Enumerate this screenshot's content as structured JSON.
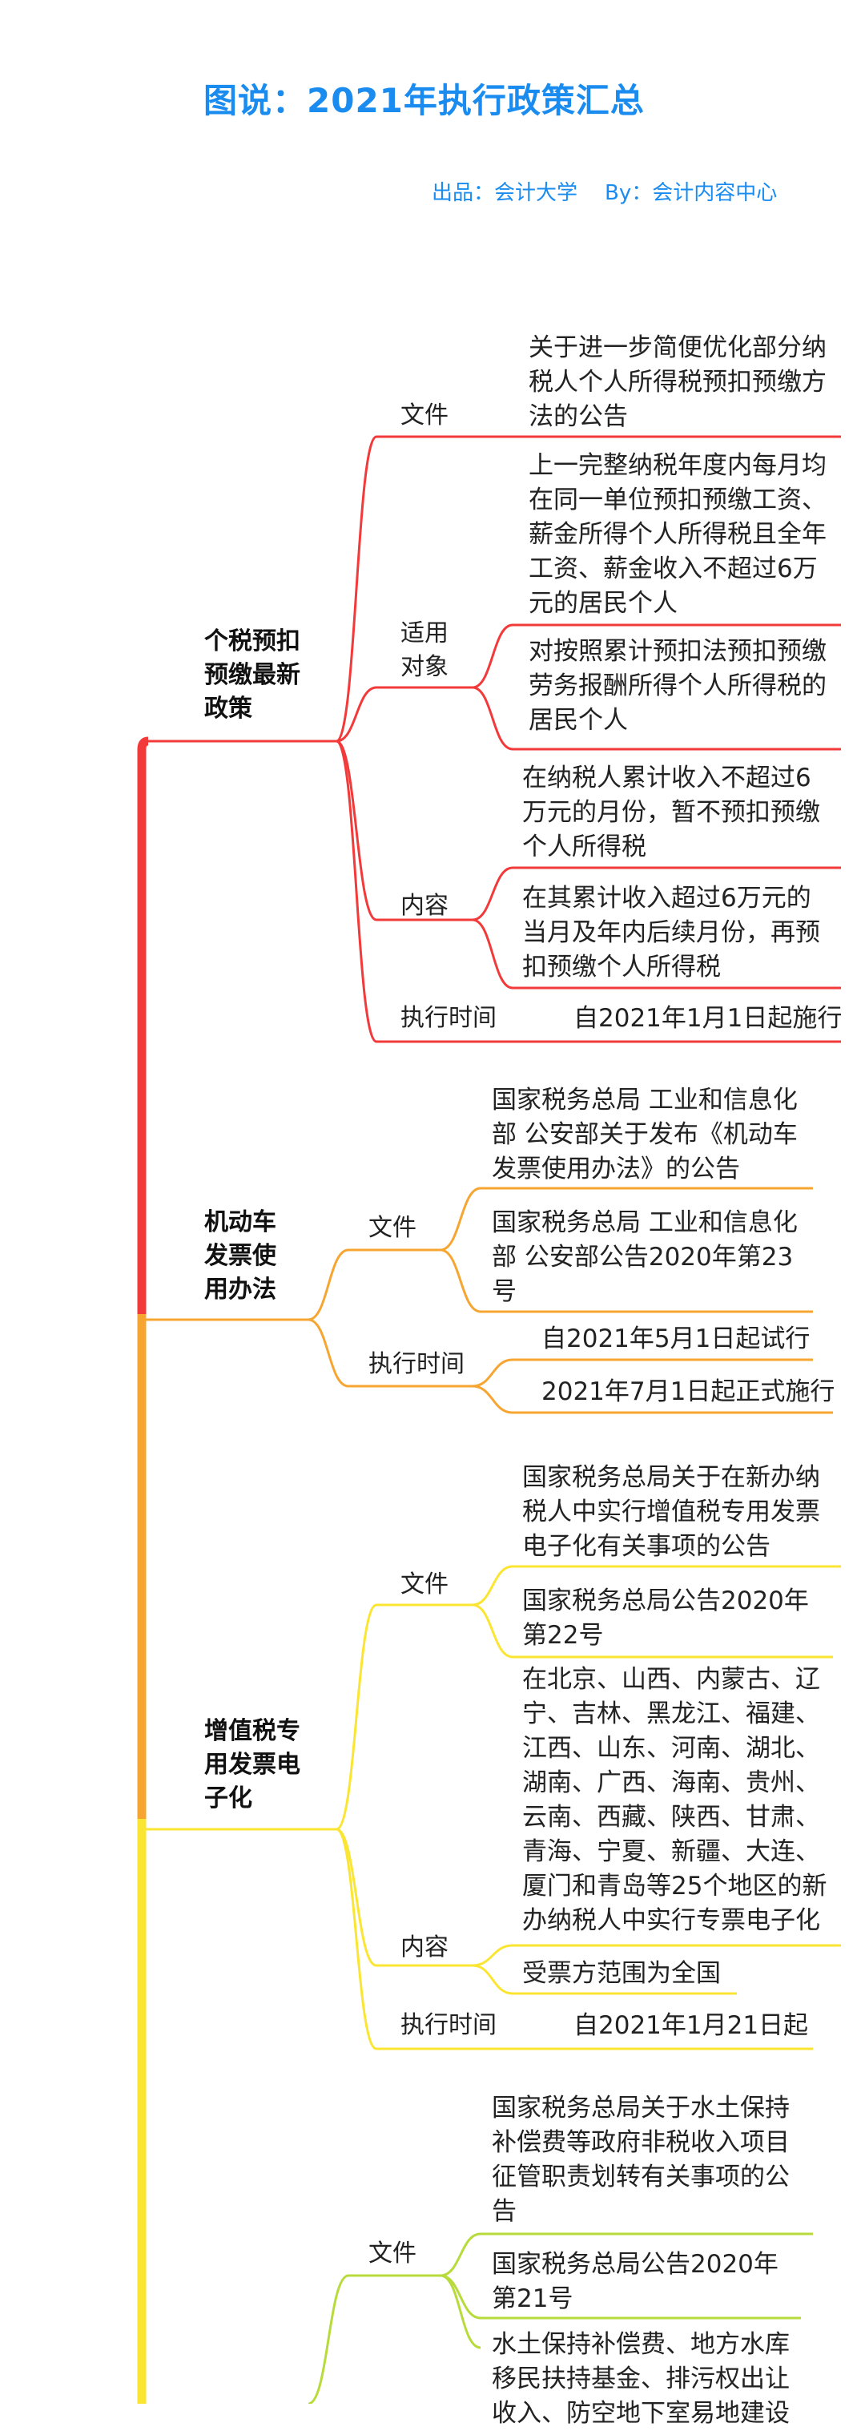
{
  "header": {
    "title": "图说：2021年执行政策汇总",
    "credit_producer": "出品：会计大学",
    "credit_by": "By：会计内容中心"
  },
  "colors": {
    "red": "#f23a3a",
    "orange": "#f7a531",
    "yellow": "#fbe533",
    "green": "#b8db3c",
    "title": "#1a8cf0"
  },
  "branches": [
    {
      "title": "个税预扣预缴最新政策",
      "groups": [
        {
          "label": "文件",
          "items": [
            "关于进一步简便优化部分纳税人个人所得税预扣预缴方法的公告"
          ]
        },
        {
          "label": "适用对象",
          "items": [
            "上一完整纳税年度内每月均在同一单位预扣预缴工资、薪金所得个人所得税且全年工资、薪金收入不超过6万元的居民个人",
            "对按照累计预扣法预扣预缴劳务报酬所得个人所得税的居民个人"
          ]
        },
        {
          "label": "内容",
          "items": [
            "在纳税人累计收入不超过6万元的月份，暂不预扣预缴个人所得税",
            "在其累计收入超过6万元的当月及年内后续月份，再预扣预缴个人所得税"
          ]
        },
        {
          "label": "执行时间",
          "items": [
            "自2021年1月1日起施行"
          ]
        }
      ]
    },
    {
      "title": "机动车发票使用办法",
      "groups": [
        {
          "label": "文件",
          "items": [
            "国家税务总局 工业和信息化部 公安部关于发布《机动车发票使用办法》的公告",
            "国家税务总局 工业和信息化部 公安部公告2020年第23号"
          ]
        },
        {
          "label": "执行时间",
          "items": [
            "自2021年5月1日起试行",
            "2021年7月1日起正式施行"
          ]
        }
      ]
    },
    {
      "title": "增值税专用发票电子化",
      "groups": [
        {
          "label": "文件",
          "items": [
            "国家税务总局关于在新办纳税人中实行增值税专用发票电子化有关事项的公告",
            "国家税务总局公告2020年第22号"
          ]
        },
        {
          "label": "内容",
          "items": [
            "在北京、山西、内蒙古、辽宁、吉林、黑龙江、福建、江西、山东、河南、湖北、湖南、广西、海南、贵州、云南、西藏、陕西、甘肃、青海、宁夏、新疆、大连、厦门和青岛等25个地区的新办纳税人中实行专票电子化",
            "受票方范围为全国"
          ]
        },
        {
          "label": "执行时间",
          "items": [
            "自2021年1月21日起"
          ]
        }
      ]
    },
    {
      "title": "",
      "groups": [
        {
          "label": "文件",
          "items": [
            "国家税务总局关于水土保持补偿费等政府非税收入项目征管职责划转有关事项的公告",
            "国家税务总局公告2020年第21号"
          ]
        },
        {
          "label": "",
          "items": [
            "水土保持补偿费、地方水库移民扶持基金、排污权出让收入、防空地下室易地建设"
          ]
        }
      ]
    }
  ]
}
